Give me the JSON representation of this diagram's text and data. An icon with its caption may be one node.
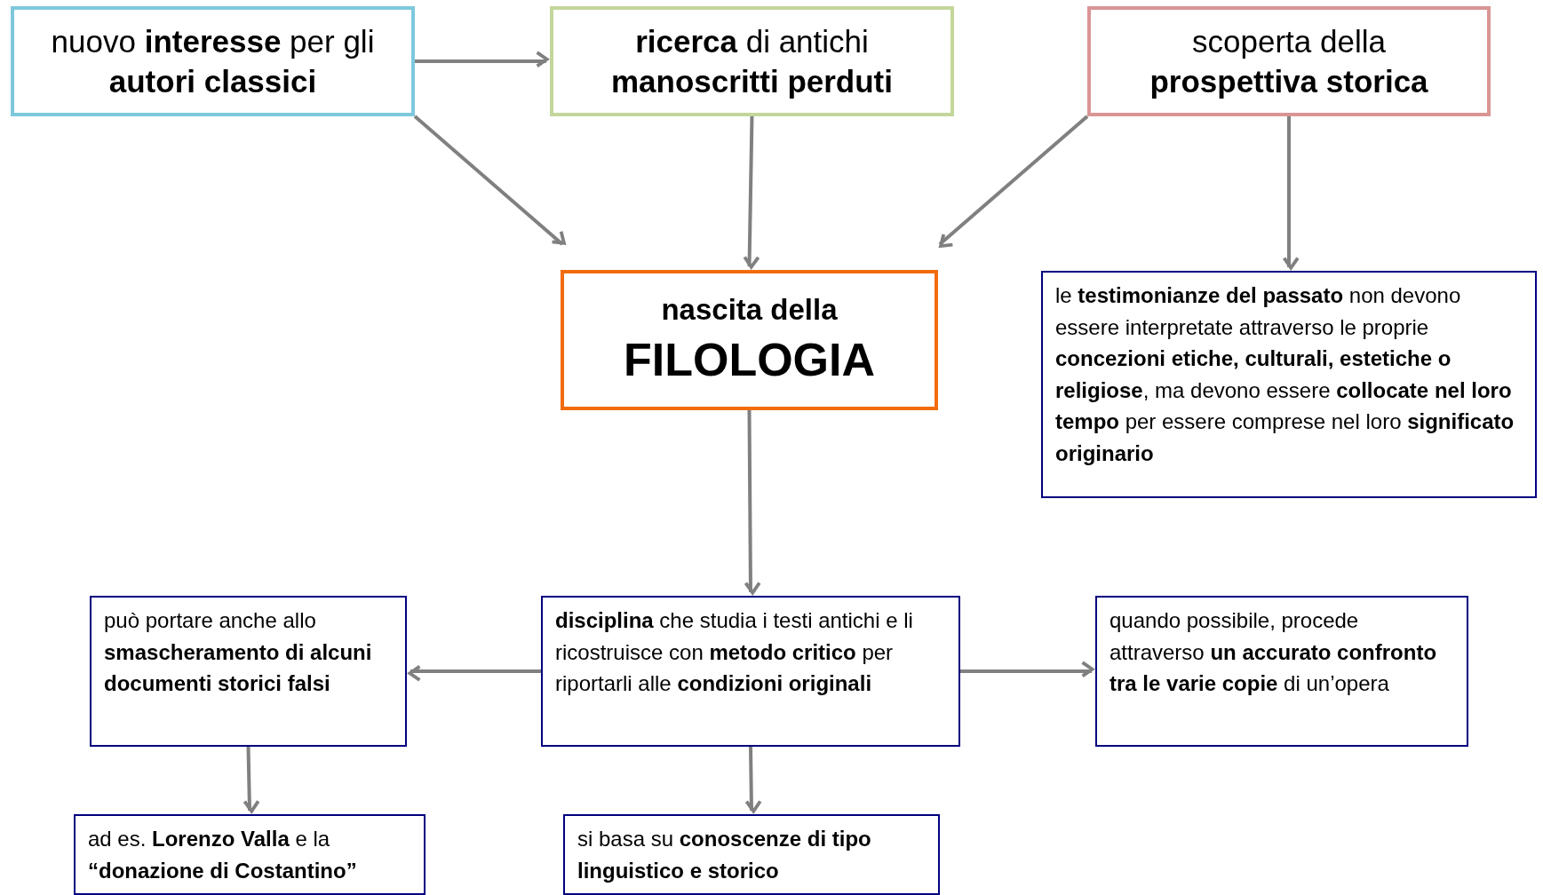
{
  "diagram": {
    "nodes": [
      {
        "text": [
          "nuovo **interesse** per gli **autori classici**"
        ]
      },
      {
        "text": [
          "**ricerca** di antichi **manoscritti perduti**"
        ]
      },
      {
        "text": [
          "scoperta della **prospettiva storica**"
        ]
      },
      {
        "text": [
          "nascita della",
          "FILOLOGIA"
        ]
      },
      {
        "text": [
          "le **testimonianze del passato** non devono essere interpretate attraverso le proprie **concezioni etiche, culturali, estetiche o religiose**, ma devono essere **collocate nel loro tempo** per essere comprese nel loro **significato originario**"
        ]
      },
      {
        "text": [
          "può portare anche allo **smascheramento di alcuni documenti storici falsi**"
        ]
      },
      {
        "text": [
          "**disciplina** che studia i testi antichi e li ricostruisce con **metodo critico** per riportarli alle **condizioni originali**"
        ]
      },
      {
        "text": [
          "quando possibile, procede attraverso **un accurato confronto tra le varie copie** di un’opera"
        ]
      },
      {
        "text": [
          "ad es. **Lorenzo Valla** e la **“donazione di Costantino”**"
        ]
      },
      {
        "text": [
          "si basa su **conoscenze di tipo linguistico e storico**"
        ]
      }
    ],
    "edges": [
      {
        "from": 0,
        "to": 1,
        "arrow": "to"
      },
      {
        "from": 0,
        "to": 3,
        "arrow": "to"
      },
      {
        "from": 1,
        "to": 3,
        "arrow": "to"
      },
      {
        "from": 2,
        "to": 3,
        "arrow": "to"
      },
      {
        "from": 2,
        "to": 4,
        "arrow": "to"
      },
      {
        "from": 3,
        "to": 6,
        "arrow": "to"
      },
      {
        "from": 6,
        "to": 5,
        "arrow": "to"
      },
      {
        "from": 6,
        "to": 7,
        "arrow": "to"
      },
      {
        "from": 5,
        "to": 8,
        "arrow": "to"
      },
      {
        "from": 6,
        "to": 9,
        "arrow": "to"
      }
    ]
  }
}
